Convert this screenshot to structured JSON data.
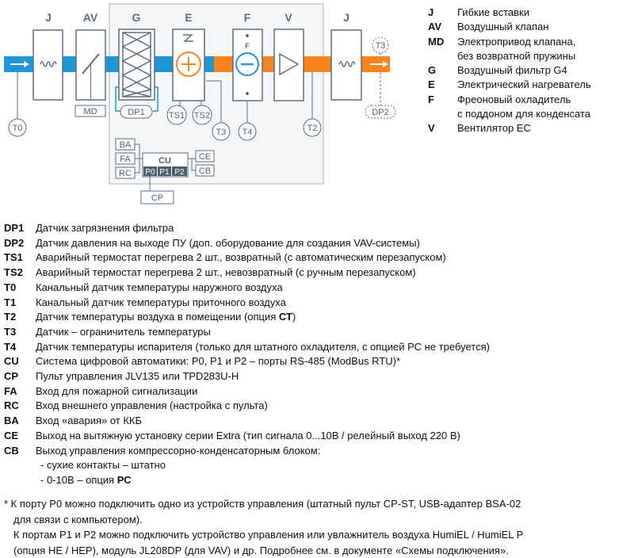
{
  "diagram": {
    "sections": [
      {
        "id": "J1",
        "label": "J"
      },
      {
        "id": "AV",
        "label": "AV"
      },
      {
        "id": "G",
        "label": "G"
      },
      {
        "id": "E",
        "label": "E"
      },
      {
        "id": "F",
        "label": "F"
      },
      {
        "id": "V",
        "label": "V"
      },
      {
        "id": "J2",
        "label": "J"
      }
    ],
    "f_inner_label": "F",
    "sensors": {
      "MD": "MD",
      "DP1": "DP1",
      "TS1": "TS1",
      "TS2": "TS2",
      "T0": "T0",
      "T2": "T2",
      "T3": "T3",
      "T4": "T4",
      "T3_opt": "T3",
      "DP2": "DP2"
    },
    "cu": {
      "label": "CU",
      "ports": [
        "P0",
        "P1",
        "P2"
      ],
      "inputs": [
        "BA",
        "FA",
        "RC"
      ],
      "outputs": [
        "CE",
        "CB"
      ],
      "cp": "CP"
    },
    "colors": {
      "supply_air": "#1e96d8",
      "heated_air": "#f7841d",
      "frame": "#5a6e80",
      "housing_fill": "#f5f6f7",
      "port_fill": "#4f6170"
    }
  },
  "legend_top": [
    {
      "code": "J",
      "desc": "Гибкие вставки"
    },
    {
      "code": "AV",
      "desc": "Воздушный клапан"
    },
    {
      "code": "MD",
      "desc": "Электропривод клапана,\nбез возвратной пружины"
    },
    {
      "code": "G",
      "desc": "Воздушный фильтр G4"
    },
    {
      "code": "E",
      "desc": "Электрический нагреватель"
    },
    {
      "code": "F",
      "desc": "Фреоновый охладитель\nс поддоном для конденсата"
    },
    {
      "code": "V",
      "desc": "Вентилятор ЕС"
    }
  ],
  "legend_main": [
    {
      "code": "DP1",
      "desc": "Датчик загрязнения фильтра"
    },
    {
      "code": "DP2",
      "desc": "Датчик давления на выходе ПУ (доп. оборудование для создания VAV-системы)"
    },
    {
      "code": "TS1",
      "desc": "Аварийный термостат перегрева 2 шт., возвратный (с автоматическим перезапуском)"
    },
    {
      "code": "TS2",
      "desc": "Аварийный термостат перегрева 2 шт., невозвратный (с ручным перезапуском)"
    },
    {
      "code": "T0",
      "desc": "Канальный датчик температуры наружного воздуха"
    },
    {
      "code": "T1",
      "desc": "Канальный датчик температуры приточного воздуха"
    },
    {
      "code": "T2",
      "desc": "Датчик температуры воздуха в помещении (опция ",
      "bold": "СТ",
      "tail": ")"
    },
    {
      "code": "T3",
      "desc": "Датчик – ограничитель температуры"
    },
    {
      "code": "T4",
      "desc": "Датчик температуры испарителя (только для штатного охладителя, с опцией РС не требуется)"
    },
    {
      "code": "CU",
      "desc": "Система цифровой автоматики: Р0, Р1 и Р2 – порты RS-485 (ModBus RTU)*"
    },
    {
      "code": "CP",
      "desc": "Пульт управления JLV135 или TPD283U-H"
    },
    {
      "code": "FA",
      "desc": "Вход для пожарной сигнализации"
    },
    {
      "code": "RC",
      "desc": "Вход внешнего управления (настройка с пульта)"
    },
    {
      "code": "BA",
      "desc": "Вход «авария» от ККБ"
    },
    {
      "code": "CE",
      "desc": "Выход на вытяжную установку серии Extra (тип сигнала 0...10В / релейный выход 220 В)"
    },
    {
      "code": "CB",
      "desc": "Выход управления компрессорно-конденсаторным блоком:"
    }
  ],
  "cb_options": {
    "opt1": "- сухие контакты – штатно",
    "opt2_text": "- 0-10В – опция ",
    "opt2_bold": "РС"
  },
  "footnote": [
    "* К порту Р0 можно подключить одно из устройств управления (штатный пульт CP-ST, USB-адаптер BSA-02",
    "для связи с компьютером).",
    "К портам Р1 и Р2 можно подключить устройство управления или увлажнитель воздуха HumiEL /  HumiEL P",
    "(опция HE / HEP), модуль JL208DP (для VAV) и др. Подробнее см. в документе «Схемы подключения»."
  ]
}
